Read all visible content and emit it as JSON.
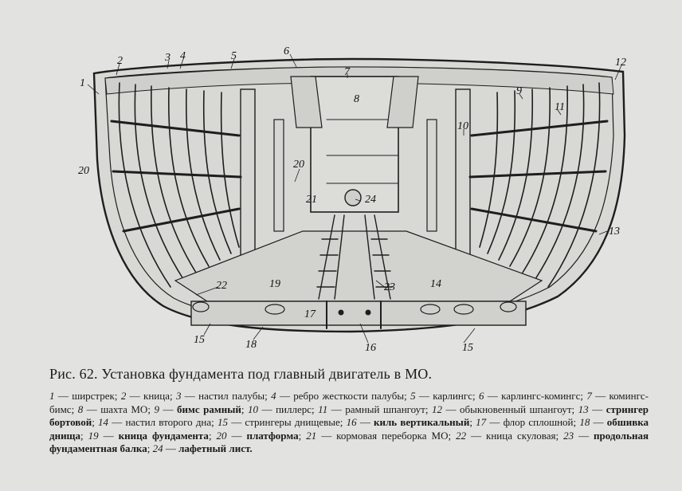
{
  "figure": {
    "callouts": [
      "1",
      "2",
      "3",
      "4",
      "5",
      "6",
      "7",
      "8",
      "9",
      "10",
      "11",
      "12",
      "13",
      "14",
      "15",
      "16",
      "17",
      "18",
      "19",
      "20",
      "21",
      "22",
      "23",
      "24"
    ]
  },
  "caption": {
    "title": "Рис. 62. Установка фундамента под главный двигатель в МО.",
    "legend": [
      {
        "n": "1",
        "t": "ширстрек"
      },
      {
        "n": "2",
        "t": "кница"
      },
      {
        "n": "3",
        "t": "настил палубы"
      },
      {
        "n": "4",
        "t": "ребро жесткости палубы"
      },
      {
        "n": "5",
        "t": "карлингс"
      },
      {
        "n": "6",
        "t": "карлингс-комингс"
      },
      {
        "n": "7",
        "t": "комингс-бимс"
      },
      {
        "n": "8",
        "t": "шахта МО"
      },
      {
        "n": "9",
        "t": "бимс рамный"
      },
      {
        "n": "10",
        "t": "пиллерс"
      },
      {
        "n": "11",
        "t": "рамный шпангоут"
      },
      {
        "n": "12",
        "t": "обыкновенный шпангоут"
      },
      {
        "n": "13",
        "t": "стрингер бортовой"
      },
      {
        "n": "14",
        "t": "настил второго дна"
      },
      {
        "n": "15",
        "t": "стрингеры днищевые"
      },
      {
        "n": "16",
        "t": "киль вертикальный"
      },
      {
        "n": "17",
        "t": "флор сплошной"
      },
      {
        "n": "18",
        "t": "обшивка днища"
      },
      {
        "n": "19",
        "t": "кница фундамента"
      },
      {
        "n": "20",
        "t": "платформа"
      },
      {
        "n": "21",
        "t": "кормовая переборка МО"
      },
      {
        "n": "22",
        "t": "кница скуловая"
      },
      {
        "n": "23",
        "t": "продольная фундаментная балка"
      },
      {
        "n": "24",
        "t": "лафетный лист."
      }
    ]
  }
}
